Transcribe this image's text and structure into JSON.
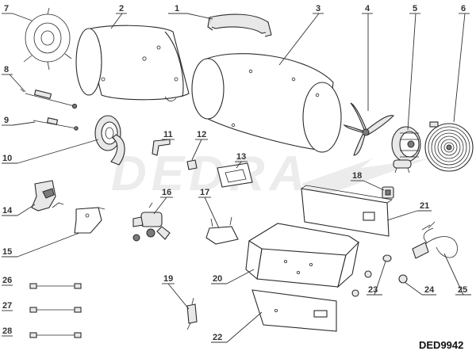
{
  "watermark": "DEDRA",
  "model_code": "DED9942",
  "callouts": [
    "1",
    "2",
    "3",
    "4",
    "5",
    "6",
    "7",
    "8",
    "9",
    "10",
    "11",
    "12",
    "13",
    "14",
    "15",
    "16",
    "17",
    "18",
    "19",
    "20",
    "21",
    "22",
    "23",
    "24",
    "25",
    "26",
    "27",
    "28"
  ]
}
